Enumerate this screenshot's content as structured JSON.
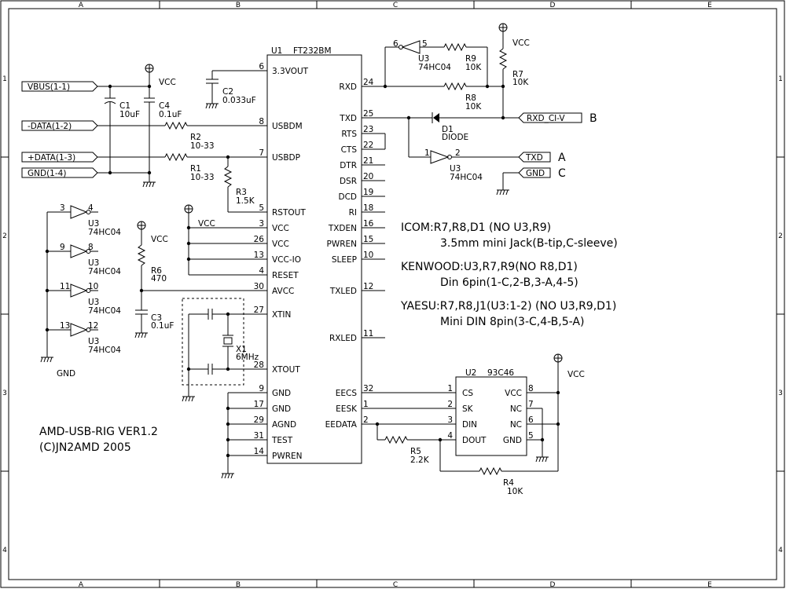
{
  "frame": {
    "col_labels": [
      "A",
      "B",
      "C",
      "D",
      "E"
    ],
    "row_labels": [
      "1",
      "2",
      "3",
      "4"
    ]
  },
  "u1": {
    "ref": "U1",
    "name": "FT232BM"
  },
  "u1_left_pins": [
    {
      "name": "3.3VOUT",
      "num": "6"
    },
    {
      "name": "USBDM",
      "num": "8"
    },
    {
      "name": "USBDP",
      "num": "7"
    },
    {
      "name": "RSTOUT",
      "num": "5"
    },
    {
      "name": "VCC",
      "num": "3"
    },
    {
      "name": "VCC",
      "num": "26"
    },
    {
      "name": "VCC-IO",
      "num": "13"
    },
    {
      "name": "RESET",
      "num": "4"
    },
    {
      "name": "AVCC",
      "num": "30"
    },
    {
      "name": "XTIN",
      "num": "27"
    },
    {
      "name": "XTOUT",
      "num": "28"
    },
    {
      "name": "GND",
      "num": "9"
    },
    {
      "name": "GND",
      "num": "17"
    },
    {
      "name": "AGND",
      "num": "29"
    },
    {
      "name": "TEST",
      "num": "31"
    },
    {
      "name": "PWREN",
      "num": "14"
    }
  ],
  "u1_right_pins": [
    {
      "name": "RXD",
      "num": "24"
    },
    {
      "name": "TXD",
      "num": "25"
    },
    {
      "name": "RTS",
      "num": "23"
    },
    {
      "name": "CTS",
      "num": "22"
    },
    {
      "name": "DTR",
      "num": "21"
    },
    {
      "name": "DSR",
      "num": "20"
    },
    {
      "name": "DCD",
      "num": "19"
    },
    {
      "name": "RI",
      "num": "18"
    },
    {
      "name": "TXDEN",
      "num": "16"
    },
    {
      "name": "PWREN",
      "num": "15"
    },
    {
      "name": "SLEEP",
      "num": "10"
    },
    {
      "name": "TXLED",
      "num": "12"
    },
    {
      "name": "RXLED",
      "num": "11"
    },
    {
      "name": "EECS",
      "num": "32"
    },
    {
      "name": "EESK",
      "num": "1"
    },
    {
      "name": "EEDATA",
      "num": "2"
    }
  ],
  "u2": {
    "ref": "U2",
    "name": "93C46"
  },
  "u2_left_pins": [
    {
      "name": "CS",
      "num": "1"
    },
    {
      "name": "SK",
      "num": "2"
    },
    {
      "name": "DIN",
      "num": "3"
    },
    {
      "name": "DOUT",
      "num": "4"
    }
  ],
  "u2_right_pins": [
    {
      "name": "VCC",
      "num": "8"
    },
    {
      "name": "NC",
      "num": "7"
    },
    {
      "name": "NC",
      "num": "6"
    },
    {
      "name": "GND",
      "num": "5"
    }
  ],
  "ports": {
    "vbus": "VBUS(1-1)",
    "dminus": "-DATA(1-2)",
    "dplus": "+DATA(1-3)",
    "gnd": "GND(1-4)",
    "rxd_ci_v": "RXD_CI-V",
    "txd": "TXD",
    "gnd_out": "GND"
  },
  "jack_letters": {
    "b": "B",
    "a": "A",
    "c": "C"
  },
  "power": {
    "vcc": "VCC",
    "gnd": "GND"
  },
  "parts": {
    "c1": {
      "ref": "C1",
      "val": "10uF"
    },
    "c4": {
      "ref": "C4",
      "val": "0.1uF"
    },
    "c2": {
      "ref": "C2",
      "val": "0.033uF"
    },
    "r2": {
      "ref": "R2",
      "val": "10-33"
    },
    "r1": {
      "ref": "R1",
      "val": "10-33"
    },
    "r3": {
      "ref": "R3",
      "val": "1.5K"
    },
    "r6": {
      "ref": "R6",
      "val": "470"
    },
    "c3": {
      "ref": "C3",
      "val": "0.1uF"
    },
    "x1": {
      "ref": "X1",
      "val": "6MHz"
    },
    "r9": {
      "ref": "R9",
      "val": "10K"
    },
    "r8": {
      "ref": "R8",
      "val": "10K"
    },
    "r7": {
      "ref": "R7",
      "val": "10K"
    },
    "d1": {
      "ref": "D1",
      "val": "DIODE"
    },
    "r5": {
      "ref": "R5",
      "val": "2.2K"
    },
    "r4": {
      "ref": "R4",
      "val": "10K"
    }
  },
  "inverters": {
    "top": {
      "in": "6",
      "out": "5",
      "ref": "U3",
      "name": "74HC04"
    },
    "txd": {
      "in": "1",
      "out": "2",
      "ref": "U3",
      "name": "74HC04"
    },
    "spare": [
      {
        "in": "3",
        "out": "4",
        "ref": "U3",
        "name": "74HC04"
      },
      {
        "in": "9",
        "out": "8",
        "ref": "U3",
        "name": "74HC04"
      },
      {
        "in": "11",
        "out": "10",
        "ref": "U3",
        "name": "74HC04"
      },
      {
        "in": "13",
        "out": "12",
        "ref": "U3",
        "name": "74HC04"
      }
    ]
  },
  "notes": [
    "ICOM:R7,R8,D1 (NO U3,R9)",
    "3.5mm mini Jack(B-tip,C-sleeve)",
    "KENWOOD:U3,R7,R9(NO R8,D1)",
    "Din 6pin(1-C,2-B,3-A,4-5)",
    "YAESU:R7,R8,J1(U3:1-2) (NO U3,R9,D1)",
    "Mini DIN 8pin(3-C,4-B,5-A)"
  ],
  "title_block": {
    "line1": "AMD-USB-RIG VER1.2",
    "line2": "(C)JN2AMD 2005"
  }
}
